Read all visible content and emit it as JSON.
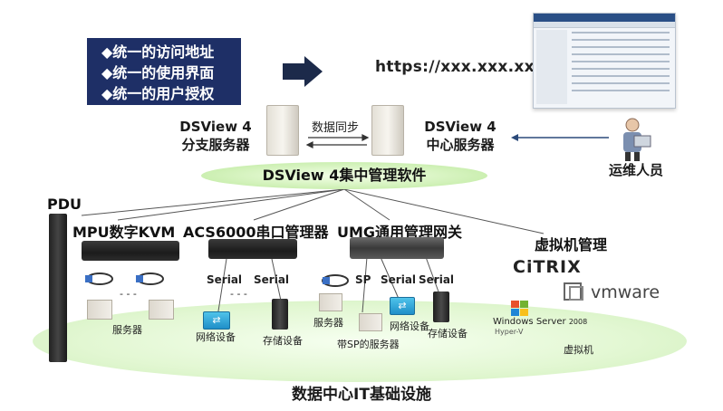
{
  "features": [
    "◆统一的访问地址",
    "◆统一的使用界面",
    "◆统一的用户授权"
  ],
  "url": "https://xxx.xxx.xxx.xxx",
  "branch_server": {
    "line1": "DSView 4",
    "line2": "分支服务器"
  },
  "central_server": {
    "line1": "DSView 4",
    "line2": "中心服务器"
  },
  "sync_label": "数据同步",
  "operator_label": "运维人员",
  "software_label": "DSView 4集中管理软件",
  "pdu_label": "PDU",
  "mpu_label": "MPU数字KVM",
  "acs_label": "ACS6000串口管理器",
  "umg_label": "UMG通用管理网关",
  "vm_mgmt_label": "虚拟机管理",
  "dash_label": "- - -",
  "serial_label": "Serial",
  "sp_label": "SP",
  "server_label": "服务器",
  "network_label": "网络设备",
  "storage_label": "存储设备",
  "sp_server_label": "带SP的服务器",
  "vm_label": "虚拟机",
  "citrix_label": "CiTRIX",
  "vmware_label": "vmware",
  "windows_label": "Windows Server",
  "windows_year": "2008",
  "hyperv_label": "Hyper-V",
  "infra_label": "数据中心IT基础设施",
  "colors": {
    "feature_bg": "#1e2f66",
    "ellipse_green": "#c9eeae",
    "arrow": "#1c2a4a"
  }
}
